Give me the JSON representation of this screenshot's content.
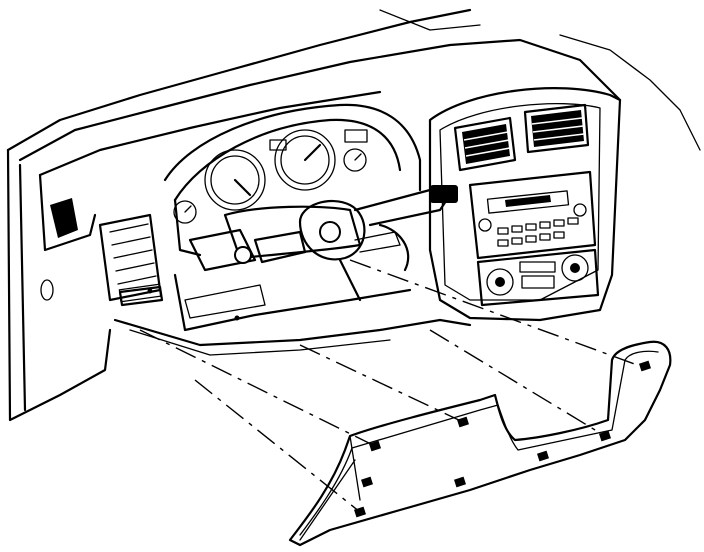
{
  "figure": {
    "kind": "line-art exploded view",
    "subject_parts": [
      "instrument-panel",
      "steering-column",
      "hvac-vents",
      "radio",
      "climate-control",
      "knee-bolster-panel"
    ],
    "knee_bolster_clips": 8,
    "ink_color": "#000000",
    "paper_color": "#ffffff"
  }
}
